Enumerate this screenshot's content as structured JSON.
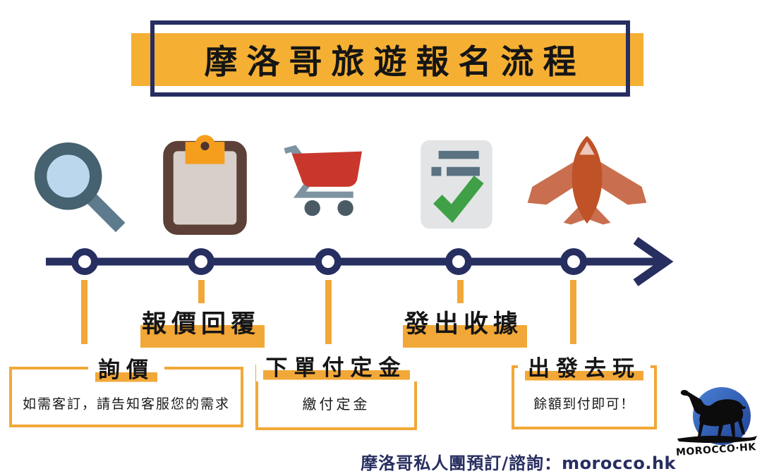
{
  "title": "摩洛哥旅遊報名流程",
  "steps": [
    {
      "label": "詢價",
      "description": "如需客訂，請告知客服您的需求",
      "icon": "magnifier-icon",
      "style": "box"
    },
    {
      "label": "報價回覆",
      "icon": "clipboard-icon",
      "style": "highlight"
    },
    {
      "label": "下單付定金",
      "description": "繳付定金",
      "icon": "shopping-cart-icon",
      "style": "box"
    },
    {
      "label": "發出收據",
      "icon": "receipt-check-icon",
      "style": "highlight"
    },
    {
      "label": "出發去玩",
      "description": "餘額到付即可！",
      "icon": "airplane-icon",
      "style": "box"
    }
  ],
  "footer": {
    "label": "摩洛哥私人團預訂/諮詢：",
    "site": "morocco.hk"
  },
  "logo": {
    "name": "MOROCCO·HK"
  },
  "colors": {
    "navy": "#272E60",
    "banner_yellow": "#F5B034",
    "accent_yellow": "#F2A838",
    "cart_red": "#C9372C",
    "check_green": "#3FA047",
    "plane_rust": "#BF5227",
    "logo_blue": "#2F63C4"
  }
}
